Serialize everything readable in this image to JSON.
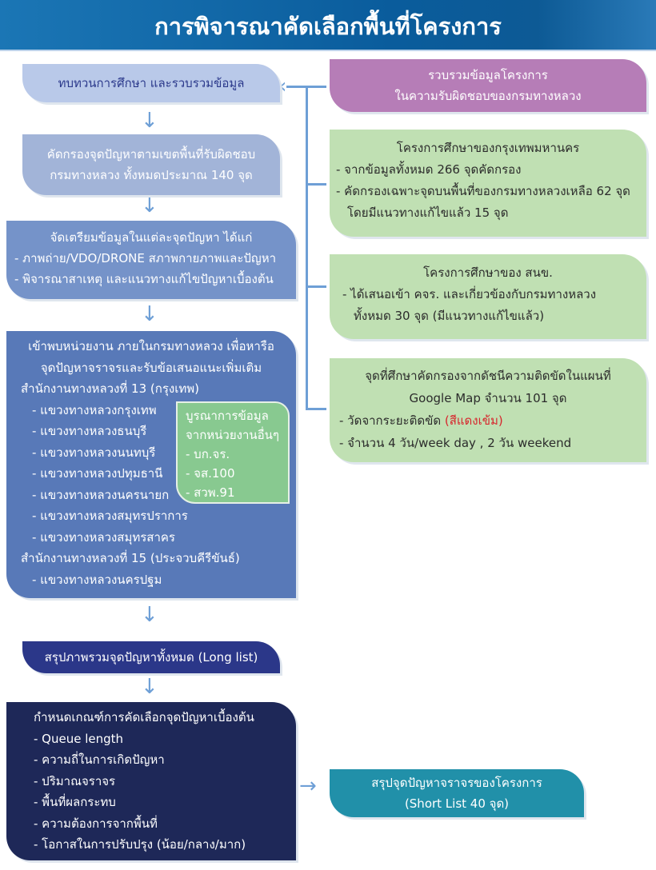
{
  "header": {
    "title": "การพิจารณาคัดเลือกพื้นที่โครงการ"
  },
  "left": {
    "step1": "ทบทวนการศึกษา และรวบรวมข้อมูล",
    "step2": [
      "คัดกรองจุดปัญหาตามเขตพื้นที่รับผิดชอบ",
      "กรมทางหลวง ทั้งหมดประมาณ 140 จุด"
    ],
    "step3": {
      "title": "จัดเตรียมข้อมูลในแต่ละจุดปัญหา ได้แก่",
      "items": [
        "- ภาพถ่าย/VDO/DRONE สภาพกายภาพและปัญหา",
        "- พิจารณาสาเหตุ และแนวทางแก้ไขปัญหาเบื้องต้น"
      ]
    },
    "step4": {
      "title": [
        "เข้าพบหน่วยงาน ภายในกรมทางหลวง เพื่อหารือ",
        "จุดปัญหาจราจรและรับข้อเสนอแนะเพิ่มเติม"
      ],
      "office13": "สำนักงานทางหลวงที่ 13 (กรุงเทพ)",
      "office13_items": [
        "- แขวงทางหลวงกรุงเทพ",
        "- แขวงทางหลวงธนบุรี",
        "- แขวงทางหลวงนนทบุรี",
        "- แขวงทางหลวงปทุมธานี",
        "- แขวงทางหลวงนครนายก",
        "- แขวงทางหลวงสมุทรปราการ",
        "- แขวงทางหลวงสมุทรสาคร"
      ],
      "office15": "สำนักงานทางหลวงที่ 15 (ประจวบคีรีขันธ์)",
      "office15_items": [
        "- แขวงทางหลวงนครปฐม"
      ],
      "integration": {
        "title": [
          "บูรณาการข้อมูล",
          "จากหน่วยงานอื่นๆ"
        ],
        "items": [
          "- บก.จร.",
          "- จส.100",
          "- สวพ.91"
        ]
      }
    },
    "step5": "สรุปภาพรวมจุดปัญหาทั้งหมด (Long list)",
    "step6": {
      "title": "กำหนดเกณฑ์การคัดเลือกจุดปัญหาเบื้องต้น",
      "items": [
        "- Queue length",
        "- ความถี่ในการเกิดปัญหา",
        "- ปริมาณจราจร",
        "- พื้นที่ผลกระทบ",
        "- ความต้องการจากพื้นที่",
        "- โอกาสในการปรับปรุง (น้อย/กลาง/มาก)"
      ]
    }
  },
  "right": {
    "doh": [
      "รวบรวมข้อมูลโครงการ",
      "ในความรับผิดชอบของกรมทางหลวง"
    ],
    "bma": {
      "title": "โครงการศึกษาของกรุงเทพมหานคร",
      "items": [
        "- จากข้อมูลทั้งหมด 266 จุดคัดกรอง",
        "- คัดกรองเฉพาะจุดบนพื้นที่ของกรมทางหลวงเหลือ 62 จุด"
      ],
      "cont": "โดยมีแนวทางแก้ไขแล้ว 15 จุด"
    },
    "otp": {
      "title": "โครงการศึกษาของ สนข.",
      "item": "- ได้เสนอเข้า คจร. และเกี่ยวข้องกับกรมทางหลวง",
      "cont": "ทั้งหมด 30 จุด (มีแนวทางแก้ไขแล้ว)"
    },
    "gmap": {
      "title": [
        "จุดที่ศึกษาคัดกรองจากดัชนีความติดขัดในแผนที่",
        "Google Map จำนวน 101 จุด"
      ],
      "item1": "- วัดจากระยะติดขัด ",
      "item1_red": "(สีแดงเข้ม)",
      "item2": "- จำนวน 4 วัน/week day , 2 วัน weekend"
    },
    "result": [
      "สรุปจุดปัญหาจราจรของโครงการ",
      "(Short List 40 จุด)"
    ]
  }
}
